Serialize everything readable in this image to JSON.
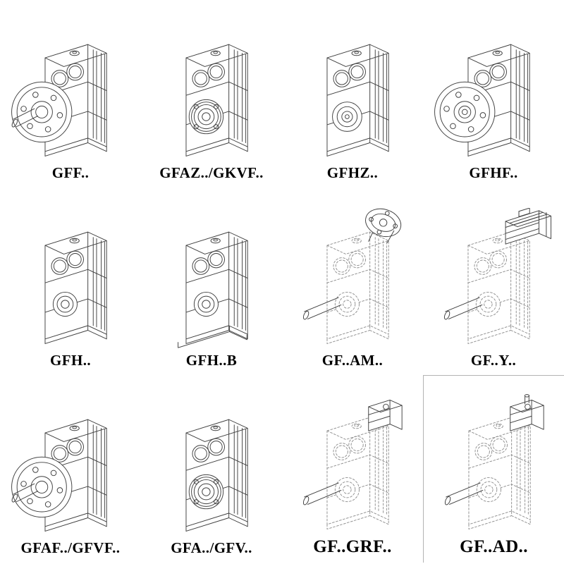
{
  "page": {
    "background": "#ffffff",
    "line_color": "#3f3f3f",
    "phantom_line_color": "#8f8f8f",
    "label_color": "#000000"
  },
  "cells": [
    {
      "label": "GFF..",
      "drawing": "flange-mounted-gear-unit-with-solid-shaft-isometric"
    },
    {
      "label": "GFAZ../GKVF..",
      "drawing": "hollow-shaft-gear-unit-with-bore-flange-isometric"
    },
    {
      "label": "GFHZ..",
      "drawing": "hollow-shaft-gear-unit-large-bore-isometric"
    },
    {
      "label": "GFHF..",
      "drawing": "large-flange-hollow-shaft-gear-unit-isometric"
    },
    {
      "label": "GFH..",
      "drawing": "shaft-mounted-gear-unit-isometric"
    },
    {
      "label": "GFH..B",
      "drawing": "shaft-mounted-gear-unit-with-base-isometric"
    },
    {
      "label": "GF..AM..",
      "drawing": "phantom-gear-unit-with-input-flange-adapter"
    },
    {
      "label": "GF..Y..",
      "drawing": "phantom-gear-unit-with-mounted-motor"
    },
    {
      "label": "GFAF../GFVF..",
      "drawing": "flange-mounted-gear-unit-isometric"
    },
    {
      "label": "GFA../GFV..",
      "drawing": "hollow-shaft-gear-unit-isometric"
    },
    {
      "label": "GF..GRF..",
      "drawing": "phantom-gear-unit-with-input-adapter-block"
    },
    {
      "label": "GF..AD..",
      "drawing": "phantom-gear-unit-with-input-shaft-block"
    }
  ]
}
